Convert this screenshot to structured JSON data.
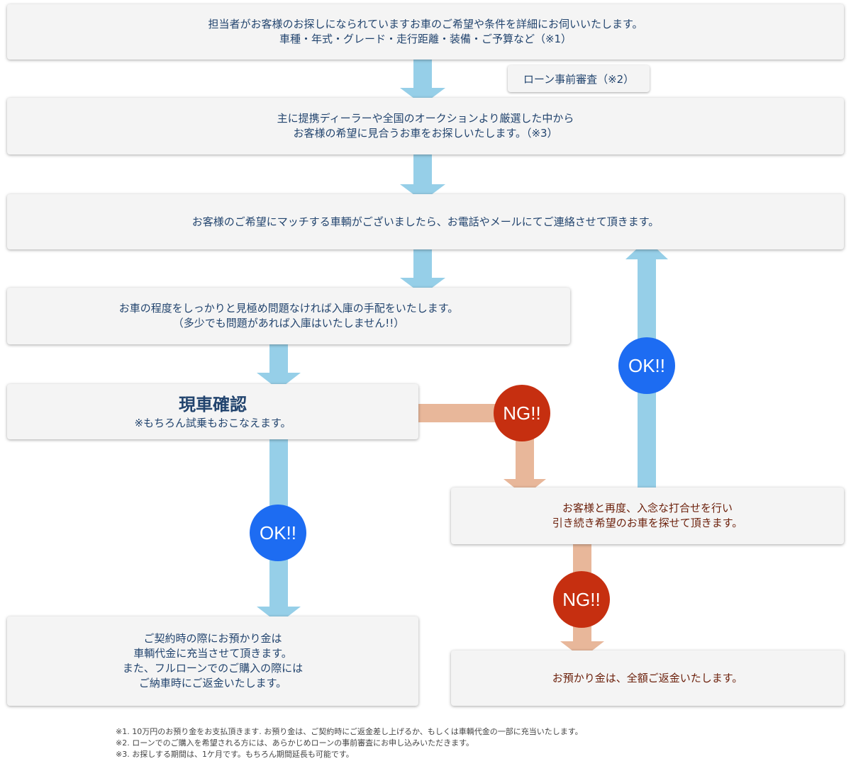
{
  "colors": {
    "box_bg": "#f4f4f4",
    "blue_text": "#22446e",
    "brown_text": "#6b1f0a",
    "blue_arrow": "#96cfe8",
    "tan_arrow": "#e8b79a",
    "ok_circle": "#1d6cf2",
    "ng_circle": "#c62f10"
  },
  "steps": {
    "step1": {
      "line1": "担当者がお客様のお探しになられていますお車のご希望や条件を詳細にお伺いいたします。",
      "line2": "車種・年式・グレード・走行距離・装備・ご予算など（※1）"
    },
    "loan_tag": "ローン事前審査（※2）",
    "step2": {
      "line1": "主に提携ディーラーや全国のオークションより厳選した中から",
      "line2": "お客様の希望に見合うお車をお探しいたします。（※3）"
    },
    "step3": {
      "line1": "お客様のご希望にマッチする車輌がございましたら、お電話やメールにてご連絡させて頂きます。"
    },
    "step4": {
      "line1": "お車の程度をしっかりと見極め問題なければ入庫の手配をいたします。",
      "line2": "（多少でも問題があれば入庫はいたしません!!）"
    },
    "step5": {
      "title": "現車確認",
      "subtitle": "※もちろん試乗もおこなえます。"
    },
    "step6": {
      "line1": "ご契約時の際にお預かり金は",
      "line2": "車輌代金に充当させて頂きます。",
      "line3": "また、フルローンでのご購入の際には",
      "line4": "ご納車時にご返金いたします。"
    },
    "retry": {
      "line1": "お客様と再度、入念な打合せを行い",
      "line2": "引き続き希望のお車を探せて頂きます。"
    },
    "refund": {
      "line1": "お預かり金は、全額ご返金いたします。"
    }
  },
  "badges": {
    "ok": "OK!!",
    "ng": "NG!!"
  },
  "notes": [
    "※1. 10万円のお預り金をお支払頂きます. お預り金は、ご契約時にご返金差し上げるか、もしくは車輌代金の一部に充当いたします。",
    "※2. ローンでのご購入を希望される方には、あらかじめローンの事前審査にお申し込みいただきます。",
    "※3. お探しする期間は、1ケ月です。もちろん期間延長も可能です。"
  ]
}
